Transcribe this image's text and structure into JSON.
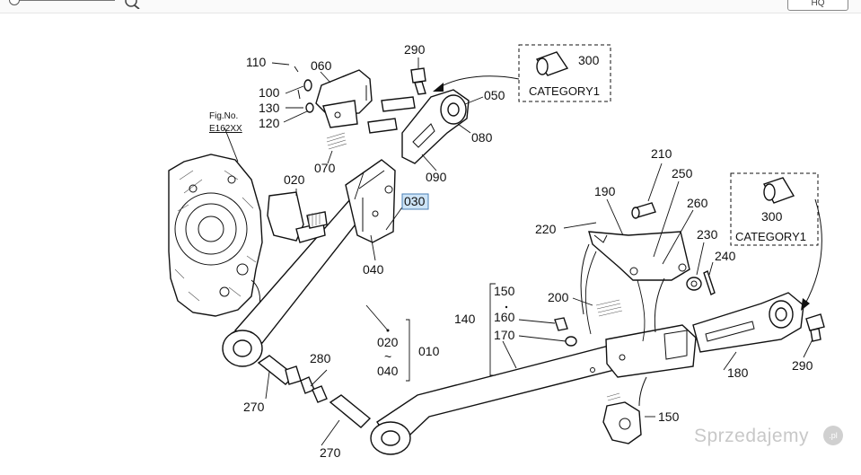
{
  "toolbar": {
    "zoom_label": "HQ"
  },
  "labels": {
    "p110": "110",
    "p060": "060",
    "p290a": "290",
    "p300a": "300",
    "p100": "100",
    "p050": "050",
    "cat1a": "CATEGORY1",
    "p130": "130",
    "p120": "120",
    "p080": "080",
    "fig_no": "Fig.No.",
    "fig_ref": "E162XX",
    "p070": "070",
    "p090": "090",
    "p020": "020",
    "p030": "030",
    "p040": "040",
    "p210": "210",
    "p250": "250",
    "p190": "190",
    "p260": "260",
    "p220": "220",
    "p300b": "300",
    "cat1b": "CATEGORY1",
    "p230": "230",
    "p240": "240",
    "p150a": "150",
    "p200": "200",
    "p140": "140",
    "p160": "160",
    "p170": "170",
    "p020r": "020",
    "tilde": "~",
    "p040r": "040",
    "p010": "010",
    "p280": "280",
    "p290b": "290",
    "p180": "180",
    "p270a": "270",
    "p150b": "150",
    "p270b": "270"
  },
  "watermark": {
    "text": "Sprzedajemy",
    "badge": ".pl"
  },
  "colors": {
    "highlight": "#cde4f7",
    "line": "#111111"
  }
}
